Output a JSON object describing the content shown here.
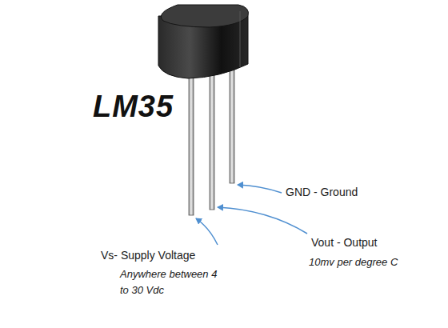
{
  "diagram": {
    "title": "LM35",
    "labels": [
      "GND - Ground",
      "Vout - Output",
      "10mv per degree C",
      "Vs- Supply Voltage",
      "Anywhere between 4 to 30 Vdc"
    ]
  }
}
